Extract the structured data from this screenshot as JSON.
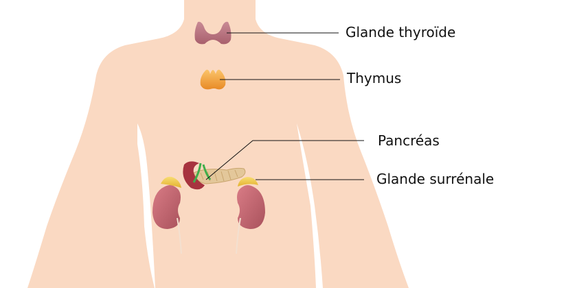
{
  "labels": {
    "thyroid": "Glande thyroïde",
    "thymus": "Thymus",
    "pancreas": "Pancréas",
    "adrenal": "Glande surrénale"
  },
  "colors": {
    "background": "#ffffff",
    "skin": "#fad9c2",
    "thyroid": "#b7727f",
    "thymus": "#f0a040",
    "pancreas": "#e3c79a",
    "kidney": "#c0646e",
    "adrenal": "#f1c94a",
    "leader_line": "#111111"
  }
}
